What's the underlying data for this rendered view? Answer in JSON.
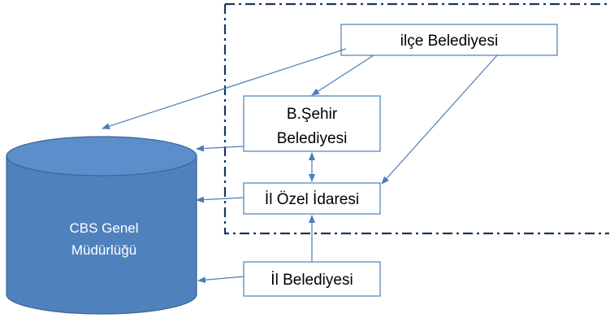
{
  "diagram": {
    "colors": {
      "cylinder_fill": "#4F81BD",
      "cylinder_top": "#5B8FCC",
      "cylinder_stroke": "#3A6593",
      "arrow": "#4A7EBB",
      "dashed_border": "#17375E",
      "box_stroke": "#4A7EBB"
    },
    "database": {
      "line1": "CBS Genel",
      "line2": "Müdürlüğü"
    },
    "boxes": {
      "ilce": "ilçe Belediyesi",
      "bsehir_line1": "B.Şehir",
      "bsehir_line2": "Belediyesi",
      "il_ozel": "İl Özel İdaresi",
      "il_belediyesi": "İl Belediyesi"
    }
  }
}
